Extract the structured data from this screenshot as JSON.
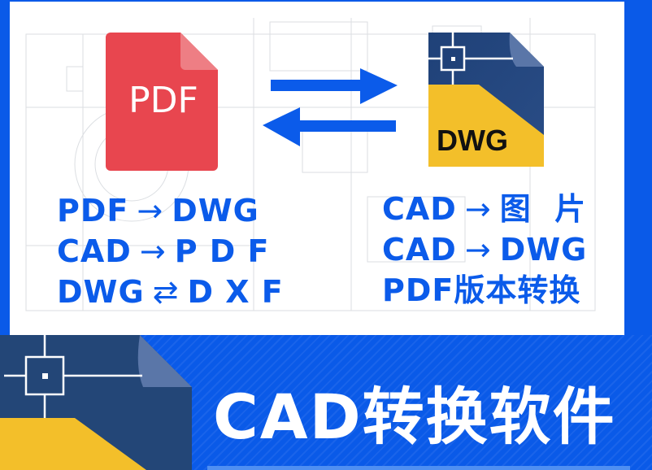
{
  "banner": {
    "pdf_icon": {
      "label": "PDF",
      "color": "#e8464f",
      "fold_color": "#ee7e84"
    },
    "dwg_icon": {
      "label": "DWG",
      "top_color": "#1f4178",
      "bottom_color": "#f3bf2a"
    },
    "arrows_color": "#0b5bea",
    "features_left": [
      {
        "from": "PDF",
        "arrow": "→",
        "to": "DWG"
      },
      {
        "from": "CAD",
        "arrow": "→",
        "to": "P D F"
      },
      {
        "from": "DWG",
        "arrow": "⇄",
        "to": "D X F"
      }
    ],
    "features_right": [
      {
        "from": "CAD",
        "arrow": "→",
        "to": "图  片"
      },
      {
        "from": "CAD",
        "arrow": "→",
        "to": "DWG"
      },
      {
        "from": "PDF版本转换",
        "arrow": "",
        "to": ""
      }
    ],
    "title": "CAD转换软件",
    "colors": {
      "brand_blue": "#0a5ae8",
      "text_blue": "#0b5bea",
      "white": "#ffffff"
    }
  }
}
